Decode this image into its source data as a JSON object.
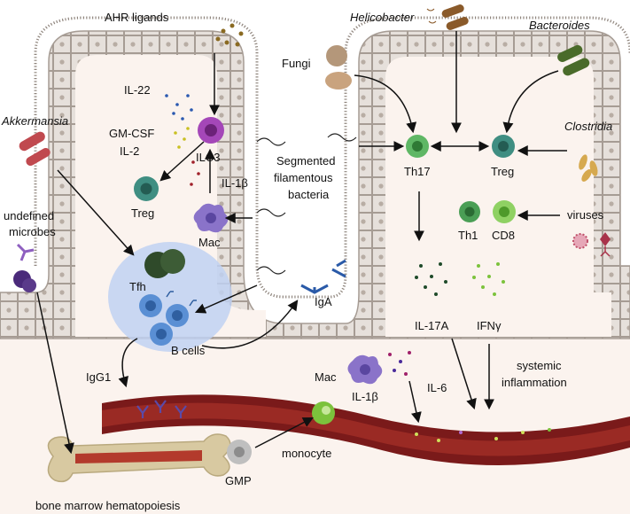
{
  "labels": {
    "ahr_ligands": "AHR ligands",
    "il22": "IL-22",
    "gmcsf": "GM-CSF",
    "il2": "IL-2",
    "ilc3": "ILC3",
    "treg_left": "Treg",
    "il1b_top": "IL-1β",
    "mac_left": "Mac",
    "akkermansia": "Akkermansia",
    "undefined_microbes_1": "undefined",
    "undefined_microbes_2": "microbes",
    "tfh": "Tfh",
    "b_cells": "B cells",
    "iga": "IgA",
    "igg1": "IgG1",
    "segmented_1": "Segmented",
    "segmented_2": "filamentous",
    "segmented_3": "bacteria",
    "helicobacter": "Helicobacter",
    "fungi": "Fungi",
    "bacteroides": "Bacteroides",
    "clostridia": "Clostridia",
    "th17": "Th17",
    "treg_right": "Treg",
    "th1": "Th1",
    "cd8": "CD8",
    "viruses": "viruses",
    "il17a": "IL-17A",
    "ifng": "IFNγ",
    "mac_bottom": "Mac",
    "il1b_bottom": "IL-1β",
    "il6": "IL-6",
    "systemic_1": "systemic",
    "systemic_2": "inflammation",
    "monocyte": "monocyte",
    "gmp": "GMP",
    "bone_marrow": "bone marrow hematopoiesis"
  },
  "colors": {
    "epithelium": "#e6e0db",
    "epithelium_stroke": "#a69c94",
    "lumen": "#fbf9f6",
    "vessel": "#7a1a1a",
    "vessel_inner": "#9a2a24",
    "ilc3": "#a447b8",
    "treg": "#3f8e82",
    "th17_green": "#5fb765",
    "mac": "#8a73c9",
    "tfh": "#2f4a2a",
    "bcell": "#5a8fd4",
    "follicle": "#bfd1f2",
    "cd8": "#8fd163",
    "monocyte": "#7cc23c",
    "gmp": "#bfbfbf",
    "bone": "#d8c9a1",
    "akkermansia": "#c0494f",
    "bacteroides": "#4a6b2a",
    "clostridia": "#d6a94f",
    "fungi": "#b4977a",
    "virus": "#c0516b"
  }
}
